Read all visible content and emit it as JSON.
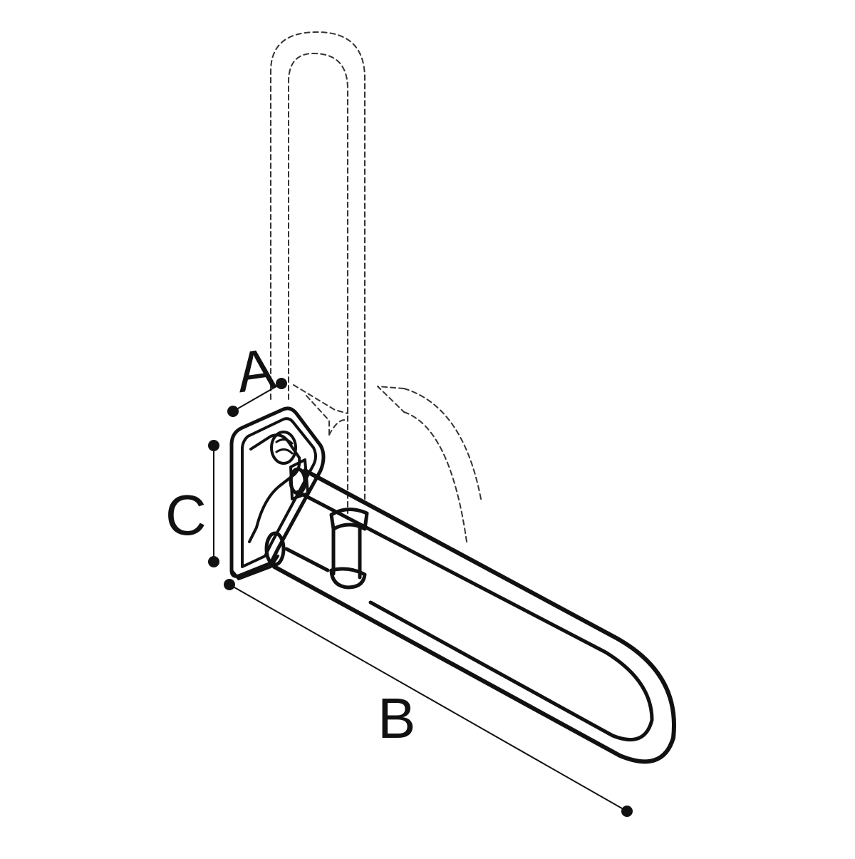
{
  "diagram": {
    "labels": {
      "a": "A",
      "b": "B",
      "c": "C"
    },
    "colors": {
      "line": "#111111",
      "dashed": "#333333",
      "background": "#ffffff"
    },
    "icons": {
      "dimension_endpoint": "filled-dot-icon",
      "rotation_arrow": "curved-arrow-icon"
    }
  }
}
